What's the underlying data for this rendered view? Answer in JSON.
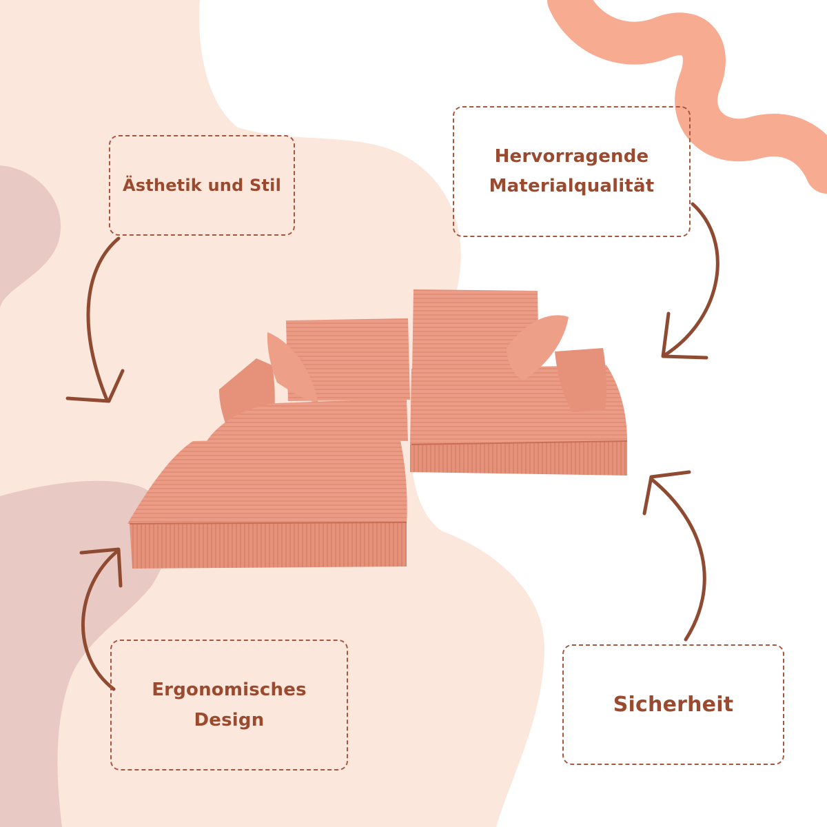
{
  "labels": {
    "aesthetics": "Ästhetik und Stil",
    "material": [
      "Hervorragende",
      "Materialqualität"
    ],
    "ergonomic": [
      "Ergonomisches",
      "Design"
    ],
    "safety": "Sicherheit"
  },
  "colors": {
    "text_and_border": "#9a4a2e",
    "arrow": "#8f4b32",
    "blob_light": "#fbe7dc",
    "blob_rose": "#e9c9c3",
    "squiggle": "#f7ab91",
    "sofa": "#eb9c86"
  },
  "product_image": "pink-corduroy-modular-play-sofa"
}
